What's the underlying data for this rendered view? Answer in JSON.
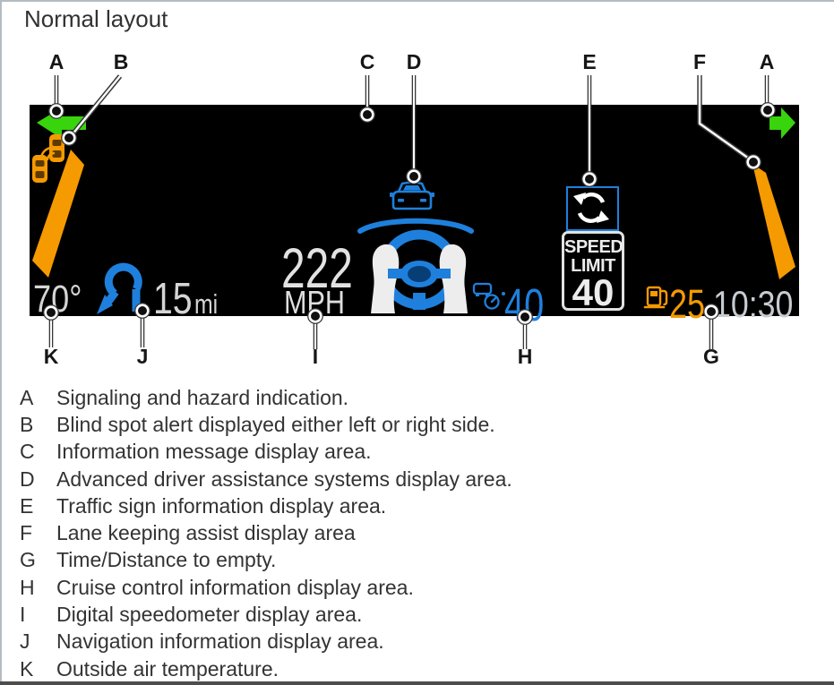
{
  "page": {
    "title": "Normal layout"
  },
  "colors": {
    "panel_background": "#000000",
    "accent_blue": "#1E80DC",
    "accent_orange": "#F59A00",
    "accent_green": "#38D40C",
    "panel_text": "#D5D5D5"
  },
  "callouts": {
    "top": [
      {
        "label": "A"
      },
      {
        "label": "B"
      },
      {
        "label": "C"
      },
      {
        "label": "D"
      },
      {
        "label": "E"
      },
      {
        "label": "F"
      },
      {
        "label": "A"
      }
    ],
    "bottom": [
      {
        "label": "K"
      },
      {
        "label": "J"
      },
      {
        "label": "I"
      },
      {
        "label": "H"
      },
      {
        "label": "G"
      }
    ]
  },
  "display": {
    "outside_temperature": "70°",
    "navigation": {
      "distance": "15",
      "unit": "mi"
    },
    "speed": {
      "value": "222",
      "unit": "MPH"
    },
    "cruise": {
      "set_speed": "40"
    },
    "traffic_sign": {
      "line1": "SPEED",
      "line2": "LIMIT",
      "value": "40"
    },
    "fuel": {
      "distance_to_empty": "25"
    },
    "clock": "10:30"
  },
  "icons": {
    "turn_signal_left": "green-arrow-left-icon",
    "turn_signal_right": "green-arrow-right-icon",
    "blind_spot": "blind-spot-alert-icon",
    "lane_keeping": "lane-keeping-bar",
    "navigation_turn": "navigation-arrow-icon",
    "vehicle_ahead": "forward-vehicle-icon",
    "hands_on_wheel": "hands-on-steering-wheel-icon",
    "cruise_control": "cruise-control-icon",
    "roundabout": "roundabout-sign-icon",
    "fuel_pump": "fuel-pump-icon"
  },
  "legend": {
    "items": [
      {
        "letter": "A",
        "text": "Signaling and hazard indication."
      },
      {
        "letter": "B",
        "text": "Blind spot alert displayed either left or right side."
      },
      {
        "letter": "C",
        "text": "Information message display area."
      },
      {
        "letter": "D",
        "text": "Advanced driver assistance systems display area."
      },
      {
        "letter": "E",
        "text": "Traffic sign information display area."
      },
      {
        "letter": "F",
        "text": "Lane keeping assist display area"
      },
      {
        "letter": "G",
        "text": "Time/Distance to empty."
      },
      {
        "letter": "H",
        "text": "Cruise control information display area."
      },
      {
        "letter": "I",
        "text": "Digital speedometer display area."
      },
      {
        "letter": "J",
        "text": "Navigation information display area."
      },
      {
        "letter": "K",
        "text": "Outside air temperature."
      }
    ]
  }
}
